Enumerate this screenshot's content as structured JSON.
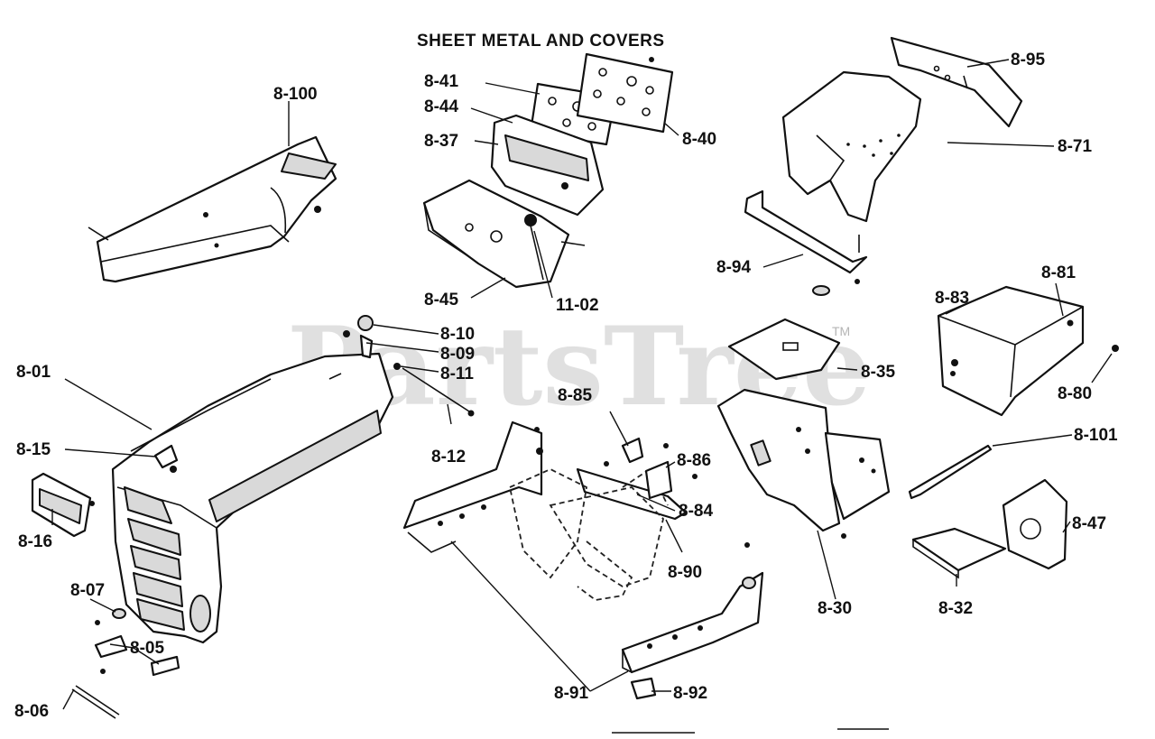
{
  "diagram": {
    "title": "SHEET METAL AND COVERS",
    "watermark": "PartsTree",
    "trademark": "TM",
    "labels": {
      "p8_100": "8-100",
      "p8_41": "8-41",
      "p8_44": "8-44",
      "p8_37": "8-37",
      "p8_40": "8-40",
      "p8_45": "8-45",
      "p11_02": "11-02",
      "p8_95": "8-95",
      "p8_71": "8-71",
      "p8_94": "8-94",
      "p8_81": "8-81",
      "p8_83": "8-83",
      "p8_35": "8-35",
      "p8_80": "8-80",
      "p8_10": "8-10",
      "p8_09": "8-09",
      "p8_11": "8-11",
      "p8_01": "8-01",
      "p8_12": "8-12",
      "p8_15": "8-15",
      "p8_16": "8-16",
      "p8_07": "8-07",
      "p8_05": "8-05",
      "p8_06": "8-06",
      "p8_85": "8-85",
      "p8_86": "8-86",
      "p8_84": "8-84",
      "p8_90": "8-90",
      "p8_91": "8-91",
      "p8_92": "8-92",
      "p8_30": "8-30",
      "p8_101": "8-101",
      "p8_47": "8-47",
      "p8_32": "8-32"
    }
  }
}
